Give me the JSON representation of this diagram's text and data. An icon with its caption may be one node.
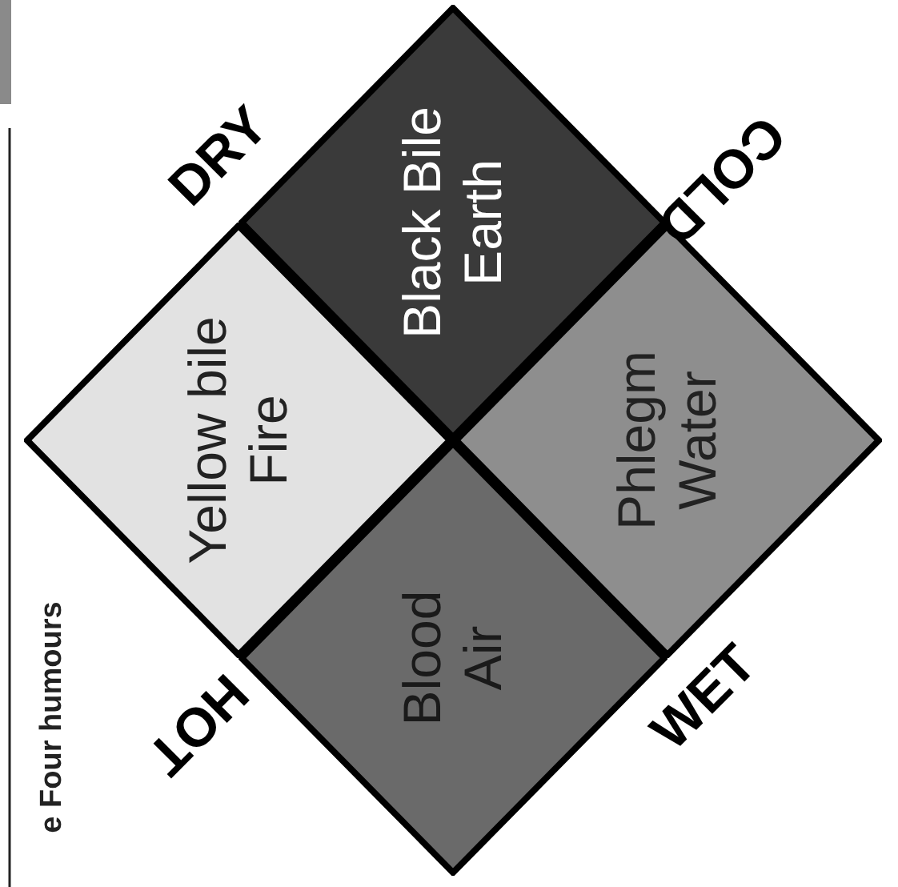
{
  "diagram": {
    "title": "e Four humours",
    "nodes": [
      {
        "text": [
          "Black Bile",
          "Earth"
        ]
      },
      {
        "text": [
          "Yellow bile",
          "Fire"
        ]
      },
      {
        "text": [
          "Phlegm",
          "Water"
        ]
      },
      {
        "text": [
          "Blood",
          "Air"
        ]
      }
    ],
    "labels": [
      "DRY",
      "COLD",
      "HOT",
      "WET"
    ]
  }
}
